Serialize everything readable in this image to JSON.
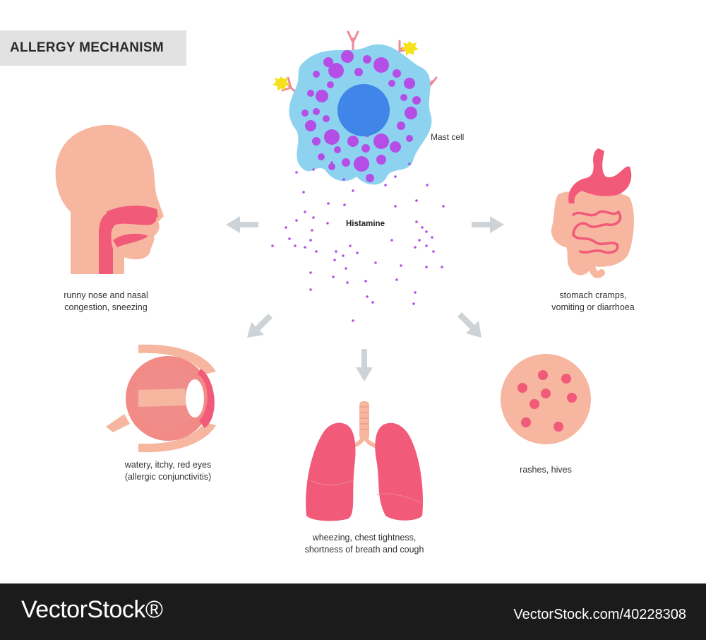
{
  "title": "ALLERGY MECHANISM",
  "labels": {
    "mast_cell": "Mast cell",
    "histamine": "Histamine",
    "nose": [
      "runny nose and nasal",
      "congestion, sneezing"
    ],
    "stomach": [
      "stomach cramps,",
      "vomiting or diarrhoea"
    ],
    "eyes": [
      "watery, itchy, red eyes",
      "(allergic conjunctivitis)"
    ],
    "lungs": [
      "wheezing, chest tightness,",
      "shortness of breath and cough"
    ],
    "skin": [
      "rashes, hives"
    ]
  },
  "footer": {
    "brand": "VectorStock®",
    "id": "VectorStock.com/40228308"
  },
  "colors": {
    "cell_body": "#8dd3f0",
    "granule": "#b44ee6",
    "nucleus": "#3f86e8",
    "tissue_pink": "#f15a78",
    "skin_tone": "#f6b6a0",
    "arrow": "#cdd3d6"
  }
}
